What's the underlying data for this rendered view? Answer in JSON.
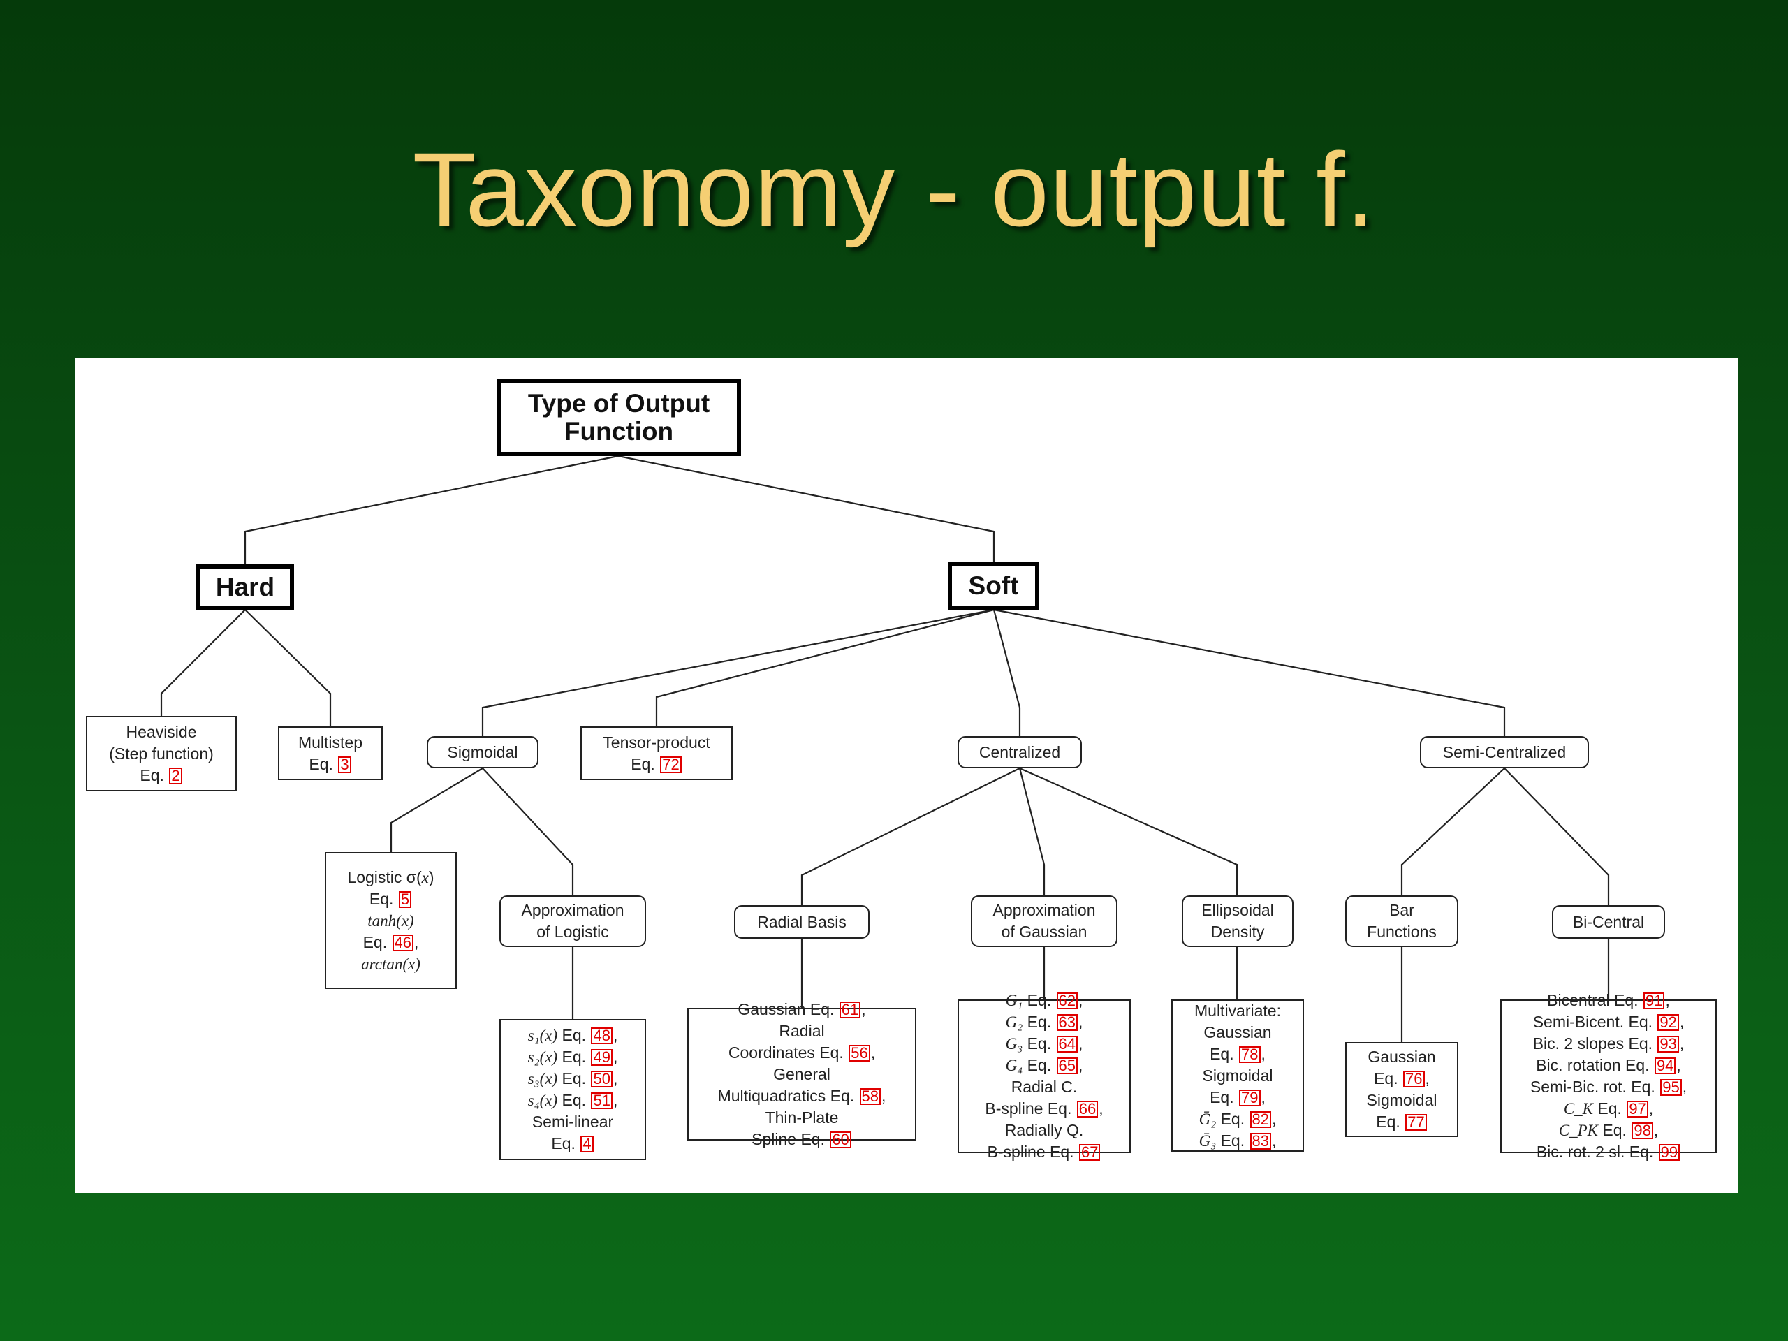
{
  "title": "Taxonomy - output f.",
  "diagram": {
    "root": {
      "lines": [
        "Type of Output",
        "Function"
      ]
    },
    "hard": "Hard",
    "soft": "Soft",
    "heaviside": {
      "lines": [
        [
          {
            "t": "Heaviside"
          }
        ],
        [
          {
            "t": "(Step function)"
          }
        ],
        [
          {
            "t": "Eq. "
          },
          {
            "r": "2"
          }
        ]
      ]
    },
    "multistep": {
      "lines": [
        [
          {
            "t": "Multistep"
          }
        ],
        [
          {
            "t": "Eq. "
          },
          {
            "r": "3"
          }
        ]
      ]
    },
    "sigmoidal": "Sigmoidal",
    "tensor": {
      "lines": [
        [
          {
            "t": "Tensor-product"
          }
        ],
        [
          {
            "t": "Eq. "
          },
          {
            "r": "72"
          }
        ]
      ]
    },
    "centralized": "Centralized",
    "semi_centralized": "Semi-Centralized",
    "logistic": {
      "lines": [
        [
          {
            "t": "Logistic σ("
          },
          {
            "m": "x"
          },
          {
            "t": ")"
          }
        ],
        [
          {
            "t": "Eq. "
          },
          {
            "r": "5"
          }
        ],
        [
          {
            "m": "tanh(x)"
          }
        ],
        [
          {
            "t": "Eq. "
          },
          {
            "r": "46"
          },
          {
            "t": ","
          }
        ],
        [
          {
            "m": "arctan(x)"
          }
        ]
      ]
    },
    "approx_logistic": {
      "lines": [
        [
          {
            "t": "Approximation"
          }
        ],
        [
          {
            "t": "of Logistic"
          }
        ]
      ]
    },
    "approx_logistic_leaf": {
      "lines": [
        [
          {
            "m": "s₁(x)"
          },
          {
            "t": " Eq. "
          },
          {
            "r": "48"
          },
          {
            "t": ","
          }
        ],
        [
          {
            "m": "s₂(x)"
          },
          {
            "t": " Eq. "
          },
          {
            "r": "49"
          },
          {
            "t": ","
          }
        ],
        [
          {
            "m": "s₃(x)"
          },
          {
            "t": " Eq. "
          },
          {
            "r": "50"
          },
          {
            "t": ","
          }
        ],
        [
          {
            "m": "s₄(x)"
          },
          {
            "t": " Eq. "
          },
          {
            "r": "51"
          },
          {
            "t": ","
          }
        ],
        [
          {
            "t": "Semi-linear"
          }
        ],
        [
          {
            "t": "Eq. "
          },
          {
            "r": "4"
          }
        ]
      ]
    },
    "radial_basis": "Radial Basis",
    "radial_leaf": {
      "lines": [
        [
          {
            "t": "Gaussian Eq. "
          },
          {
            "r": "61"
          },
          {
            "t": ","
          }
        ],
        [
          {
            "t": "Radial"
          }
        ],
        [
          {
            "t": "Coordinates Eq. "
          },
          {
            "r": "56"
          },
          {
            "t": ","
          }
        ],
        [
          {
            "t": "General"
          }
        ],
        [
          {
            "t": "Multiquadratics Eq. "
          },
          {
            "r": "58"
          },
          {
            "t": ","
          }
        ],
        [
          {
            "t": "Thin-Plate"
          }
        ],
        [
          {
            "t": "Spline Eq. "
          },
          {
            "r": "60"
          }
        ]
      ]
    },
    "approx_gaussian": {
      "lines": [
        [
          {
            "t": "Approximation"
          }
        ],
        [
          {
            "t": "of Gaussian"
          }
        ]
      ]
    },
    "approx_gaussian_leaf": {
      "lines": [
        [
          {
            "m": "G₁"
          },
          {
            "t": " Eq. "
          },
          {
            "r": "62"
          },
          {
            "t": ","
          }
        ],
        [
          {
            "m": "G₂"
          },
          {
            "t": " Eq. "
          },
          {
            "r": "63"
          },
          {
            "t": ","
          }
        ],
        [
          {
            "m": "G₃"
          },
          {
            "t": " Eq. "
          },
          {
            "r": "64"
          },
          {
            "t": ","
          }
        ],
        [
          {
            "m": "G₄"
          },
          {
            "t": " Eq. "
          },
          {
            "r": "65"
          },
          {
            "t": ","
          }
        ],
        [
          {
            "t": "Radial C."
          }
        ],
        [
          {
            "t": "B-spline Eq. "
          },
          {
            "r": "66"
          },
          {
            "t": ","
          }
        ],
        [
          {
            "t": "Radially Q."
          }
        ],
        [
          {
            "t": "B-spline Eq. "
          },
          {
            "r": "67"
          }
        ]
      ]
    },
    "ellipsoidal": {
      "lines": [
        [
          {
            "t": "Ellipsoidal"
          }
        ],
        [
          {
            "t": "Density"
          }
        ]
      ]
    },
    "ellipsoidal_leaf": {
      "lines": [
        [
          {
            "t": "Multivariate:"
          }
        ],
        [
          {
            "t": "Gaussian"
          }
        ],
        [
          {
            "t": "Eq. "
          },
          {
            "r": "78"
          },
          {
            "t": ","
          }
        ],
        [
          {
            "t": "Sigmoidal"
          }
        ],
        [
          {
            "t": "Eq. "
          },
          {
            "r": "79"
          },
          {
            "t": ","
          }
        ],
        [
          {
            "t": " "
          }
        ],
        [
          {
            "m": "Ḡ₂"
          },
          {
            "t": " Eq. "
          },
          {
            "r": "82"
          },
          {
            "t": ","
          }
        ],
        [
          {
            "m": "Ḡ₃"
          },
          {
            "t": " Eq. "
          },
          {
            "r": "83"
          },
          {
            "t": ","
          }
        ]
      ]
    },
    "bar_functions": {
      "lines": [
        [
          {
            "t": "Bar"
          }
        ],
        [
          {
            "t": "Functions"
          }
        ]
      ]
    },
    "bar_leaf": {
      "lines": [
        [
          {
            "t": "Gaussian"
          }
        ],
        [
          {
            "t": "Eq. "
          },
          {
            "r": "76"
          },
          {
            "t": ","
          }
        ],
        [
          {
            "t": "Sigmoidal"
          }
        ],
        [
          {
            "t": "Eq. "
          },
          {
            "r": "77"
          }
        ]
      ]
    },
    "bi_central": "Bi-Central",
    "bicentral_leaf": {
      "lines": [
        [
          {
            "t": "Bicentral Eq. "
          },
          {
            "r": "91"
          },
          {
            "t": ","
          }
        ],
        [
          {
            "t": "Semi-Bicent. Eq. "
          },
          {
            "r": "92"
          },
          {
            "t": ","
          }
        ],
        [
          {
            "t": "Bic. 2 slopes Eq. "
          },
          {
            "r": "93"
          },
          {
            "t": ","
          }
        ],
        [
          {
            "t": "Bic. rotation Eq. "
          },
          {
            "r": "94"
          },
          {
            "t": ","
          }
        ],
        [
          {
            "t": "Semi-Bic. rot. Eq. "
          },
          {
            "r": "95"
          },
          {
            "t": ","
          }
        ],
        [
          {
            "m": "C_K"
          },
          {
            "t": " Eq. "
          },
          {
            "r": "97"
          },
          {
            "t": ","
          }
        ],
        [
          {
            "m": "C_PK"
          },
          {
            "t": " Eq. "
          },
          {
            "r": "98"
          },
          {
            "t": ","
          }
        ],
        [
          {
            "t": "Bic. rot. 2 sl. Eq. "
          },
          {
            "r": "99"
          }
        ]
      ]
    }
  }
}
